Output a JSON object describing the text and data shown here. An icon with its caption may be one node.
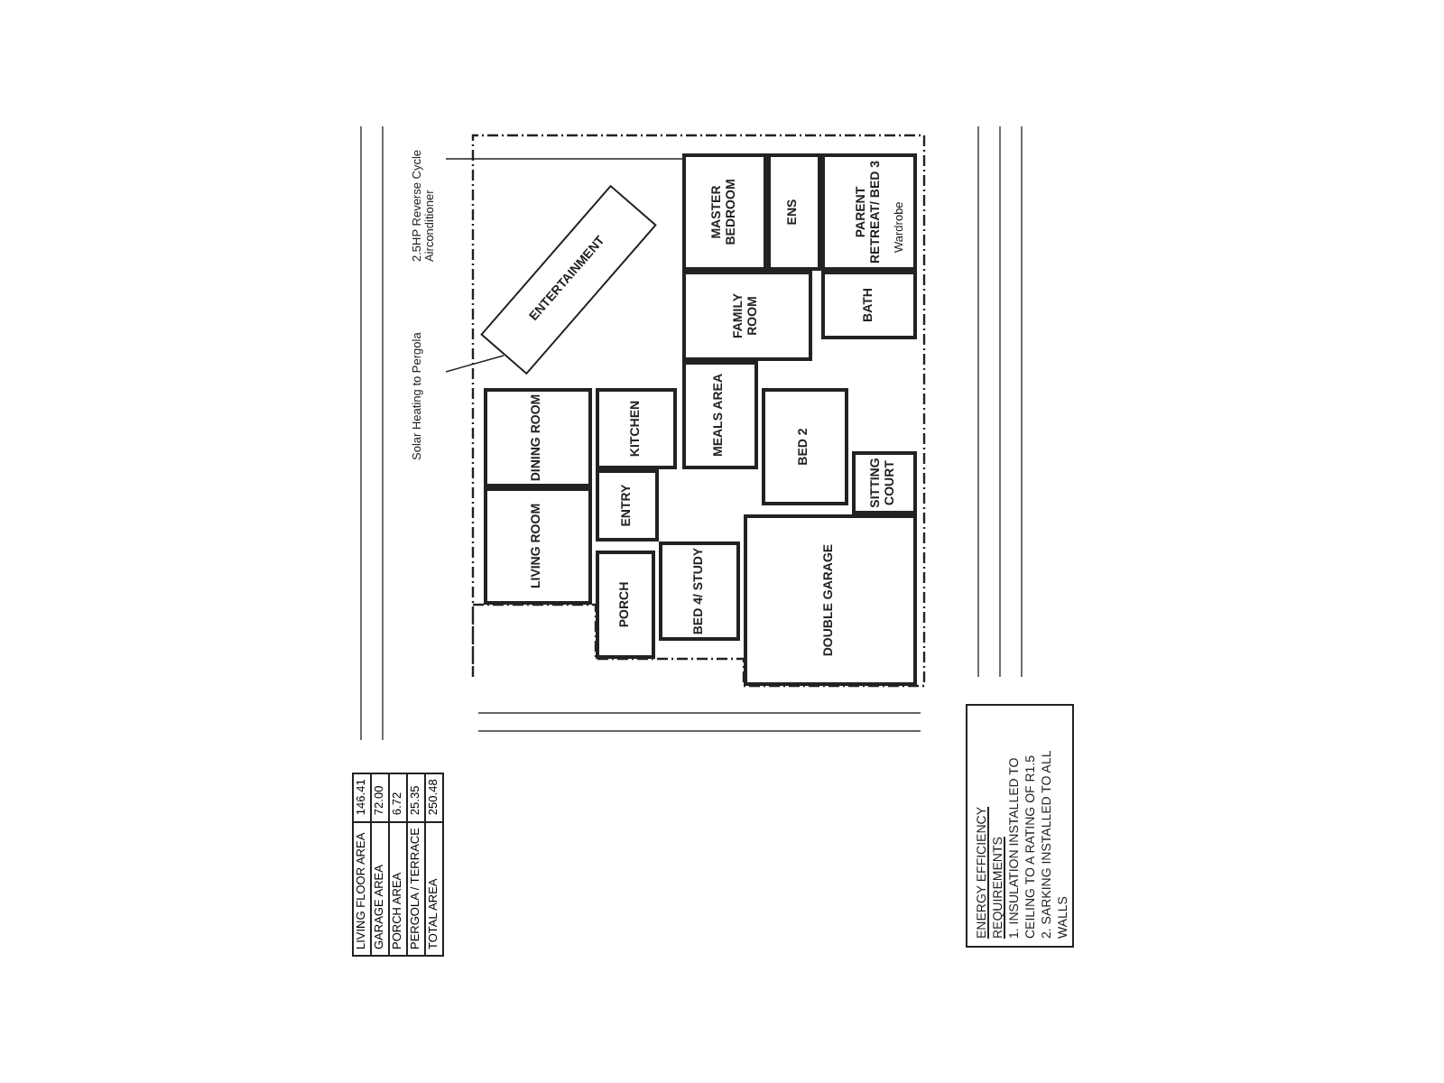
{
  "diagram": {
    "nodes": [
      {
        "text": [
          "MASTER BEDROOM"
        ]
      },
      {
        "text": [
          "ENS"
        ]
      },
      {
        "text": [
          "PARENT RETREAT/ BED 3"
        ]
      },
      {
        "text": [
          "FAMILY ROOM"
        ]
      },
      {
        "text": [
          "BATH"
        ]
      },
      {
        "text": [
          "ENTERTAINMENT"
        ]
      },
      {
        "text": [
          "MEALS AREA"
        ]
      },
      {
        "text": [
          "KITCHEN"
        ]
      },
      {
        "text": [
          "DINING ROOM"
        ]
      },
      {
        "text": [
          "BED 2"
        ]
      },
      {
        "text": [
          "SITTING COURT"
        ]
      },
      {
        "text": [
          "LIVING ROOM"
        ]
      },
      {
        "text": [
          "ENTRY"
        ]
      },
      {
        "text": [
          "PORCH"
        ]
      },
      {
        "text": [
          "BED 4/ STUDY"
        ]
      },
      {
        "text": [
          "DOUBLE GARAGE"
        ]
      },
      {
        "text": [
          "ENERGY EFFICIENCY REQUIREMENTS",
          "1. INSULATION INSTALLED TO CEILING TO A RATING OF R1.5",
          "2. SARKING INSTALLED TO ALL WALLS"
        ]
      },
      {
        "text": [
          "2.5HP Reverse Cycle Airconditioner"
        ]
      },
      {
        "text": [
          "Solar Heating to Pergola"
        ]
      }
    ],
    "edges": [
      {
        "from": 17,
        "to": 0,
        "arrow": "none"
      },
      {
        "from": 18,
        "to": 5,
        "arrow": "none"
      }
    ],
    "labels": [
      "LIVING FLOOR AREA",
      "146.41",
      "GARAGE AREA",
      "72.00",
      "PORCH AREA",
      "6.72",
      "PERGOLA / TERRACE",
      "25.35",
      "TOTAL AREA",
      "250.48",
      "Wardrobe"
    ]
  }
}
